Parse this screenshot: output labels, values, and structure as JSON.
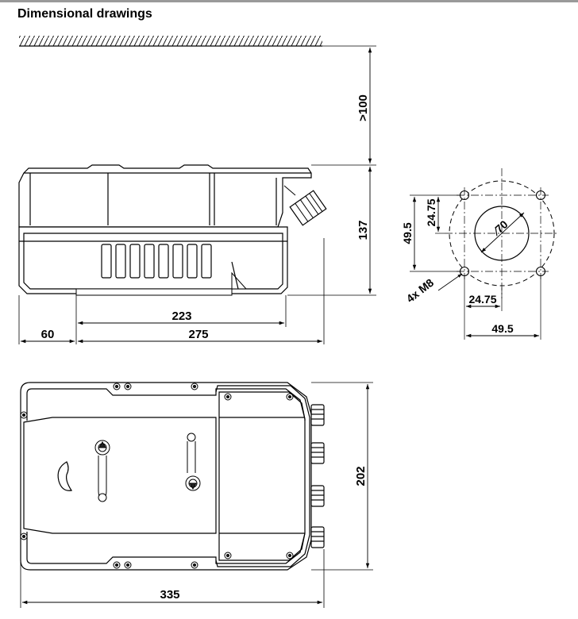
{
  "page": {
    "heading": "Dimensional drawings"
  },
  "side_view": {
    "clearance_label": ">100",
    "height_label": "137",
    "width_223_label": "223",
    "width_275_label": "275",
    "offset_60_label": "60"
  },
  "flange_view": {
    "bolt_spacing_v_label": "49.5",
    "bolt_half_v_label": "24.75",
    "diameter_label": "∕70",
    "bolt_thread_label": "4x M8",
    "bolt_half_h_label": "24.75",
    "bolt_spacing_h_label": "49.5"
  },
  "top_view": {
    "height_label": "202",
    "width_label": "335"
  }
}
